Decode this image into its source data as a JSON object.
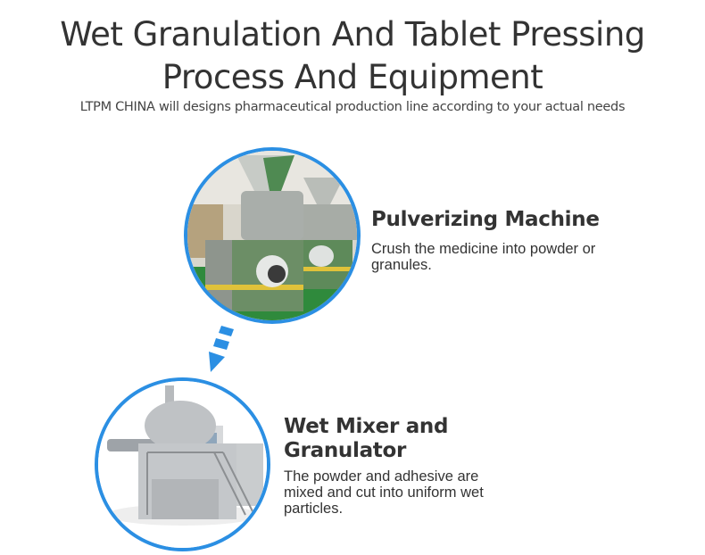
{
  "header": {
    "title_line1": "Wet Granulation And Tablet Pressing",
    "title_line2": "Process And Equipment",
    "subtitle": "LTPM CHINA will designs pharmaceutical production line according to your actual needs"
  },
  "steps": [
    {
      "title": "Pulverizing Machine",
      "description": "Crush the medicine into powder or granules.",
      "image": "pulverizing-machine-photo"
    },
    {
      "title": "Wet Mixer and Granulator",
      "description": "The powder and adhesive are mixed and cut into uniform wet particles.",
      "image": "wet-mixer-granulator-photo"
    }
  ],
  "connector": {
    "icon": "arrow-down-icon"
  },
  "colors": {
    "accent": "#2b8fe3",
    "text": "#333333",
    "floor_green": "#2f8a3c",
    "machine_green": "#5e8a5a"
  }
}
